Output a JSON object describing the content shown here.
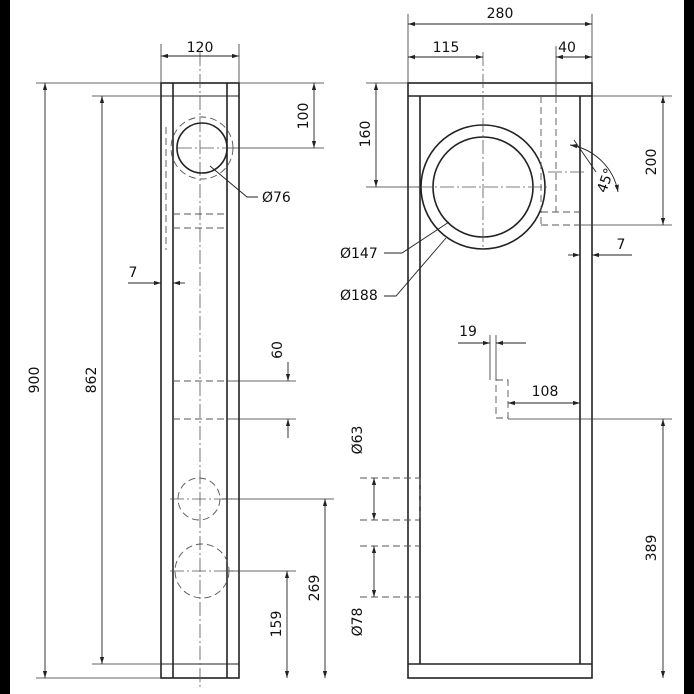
{
  "dimensions": {
    "side_width": "120",
    "side_top_offset": "100",
    "side_hole": "Ø76",
    "side_wall": "7",
    "side_height_total": "900",
    "side_height_inner": "862",
    "side_gap": "60",
    "port_pos_high": "269",
    "port_pos_low": "159",
    "front_width": "280",
    "front_offset_left": "115",
    "front_offset_right": "40",
    "front_top_center": "160",
    "front_right_200": "200",
    "front_angle": "45°",
    "front_wall": "7",
    "driver_inner": "Ø147",
    "driver_outer": "Ø188",
    "slot_width": "19",
    "slot_offset": "108",
    "port_d1": "Ø63",
    "port_d2": "Ø78",
    "front_bottom_height": "389"
  }
}
